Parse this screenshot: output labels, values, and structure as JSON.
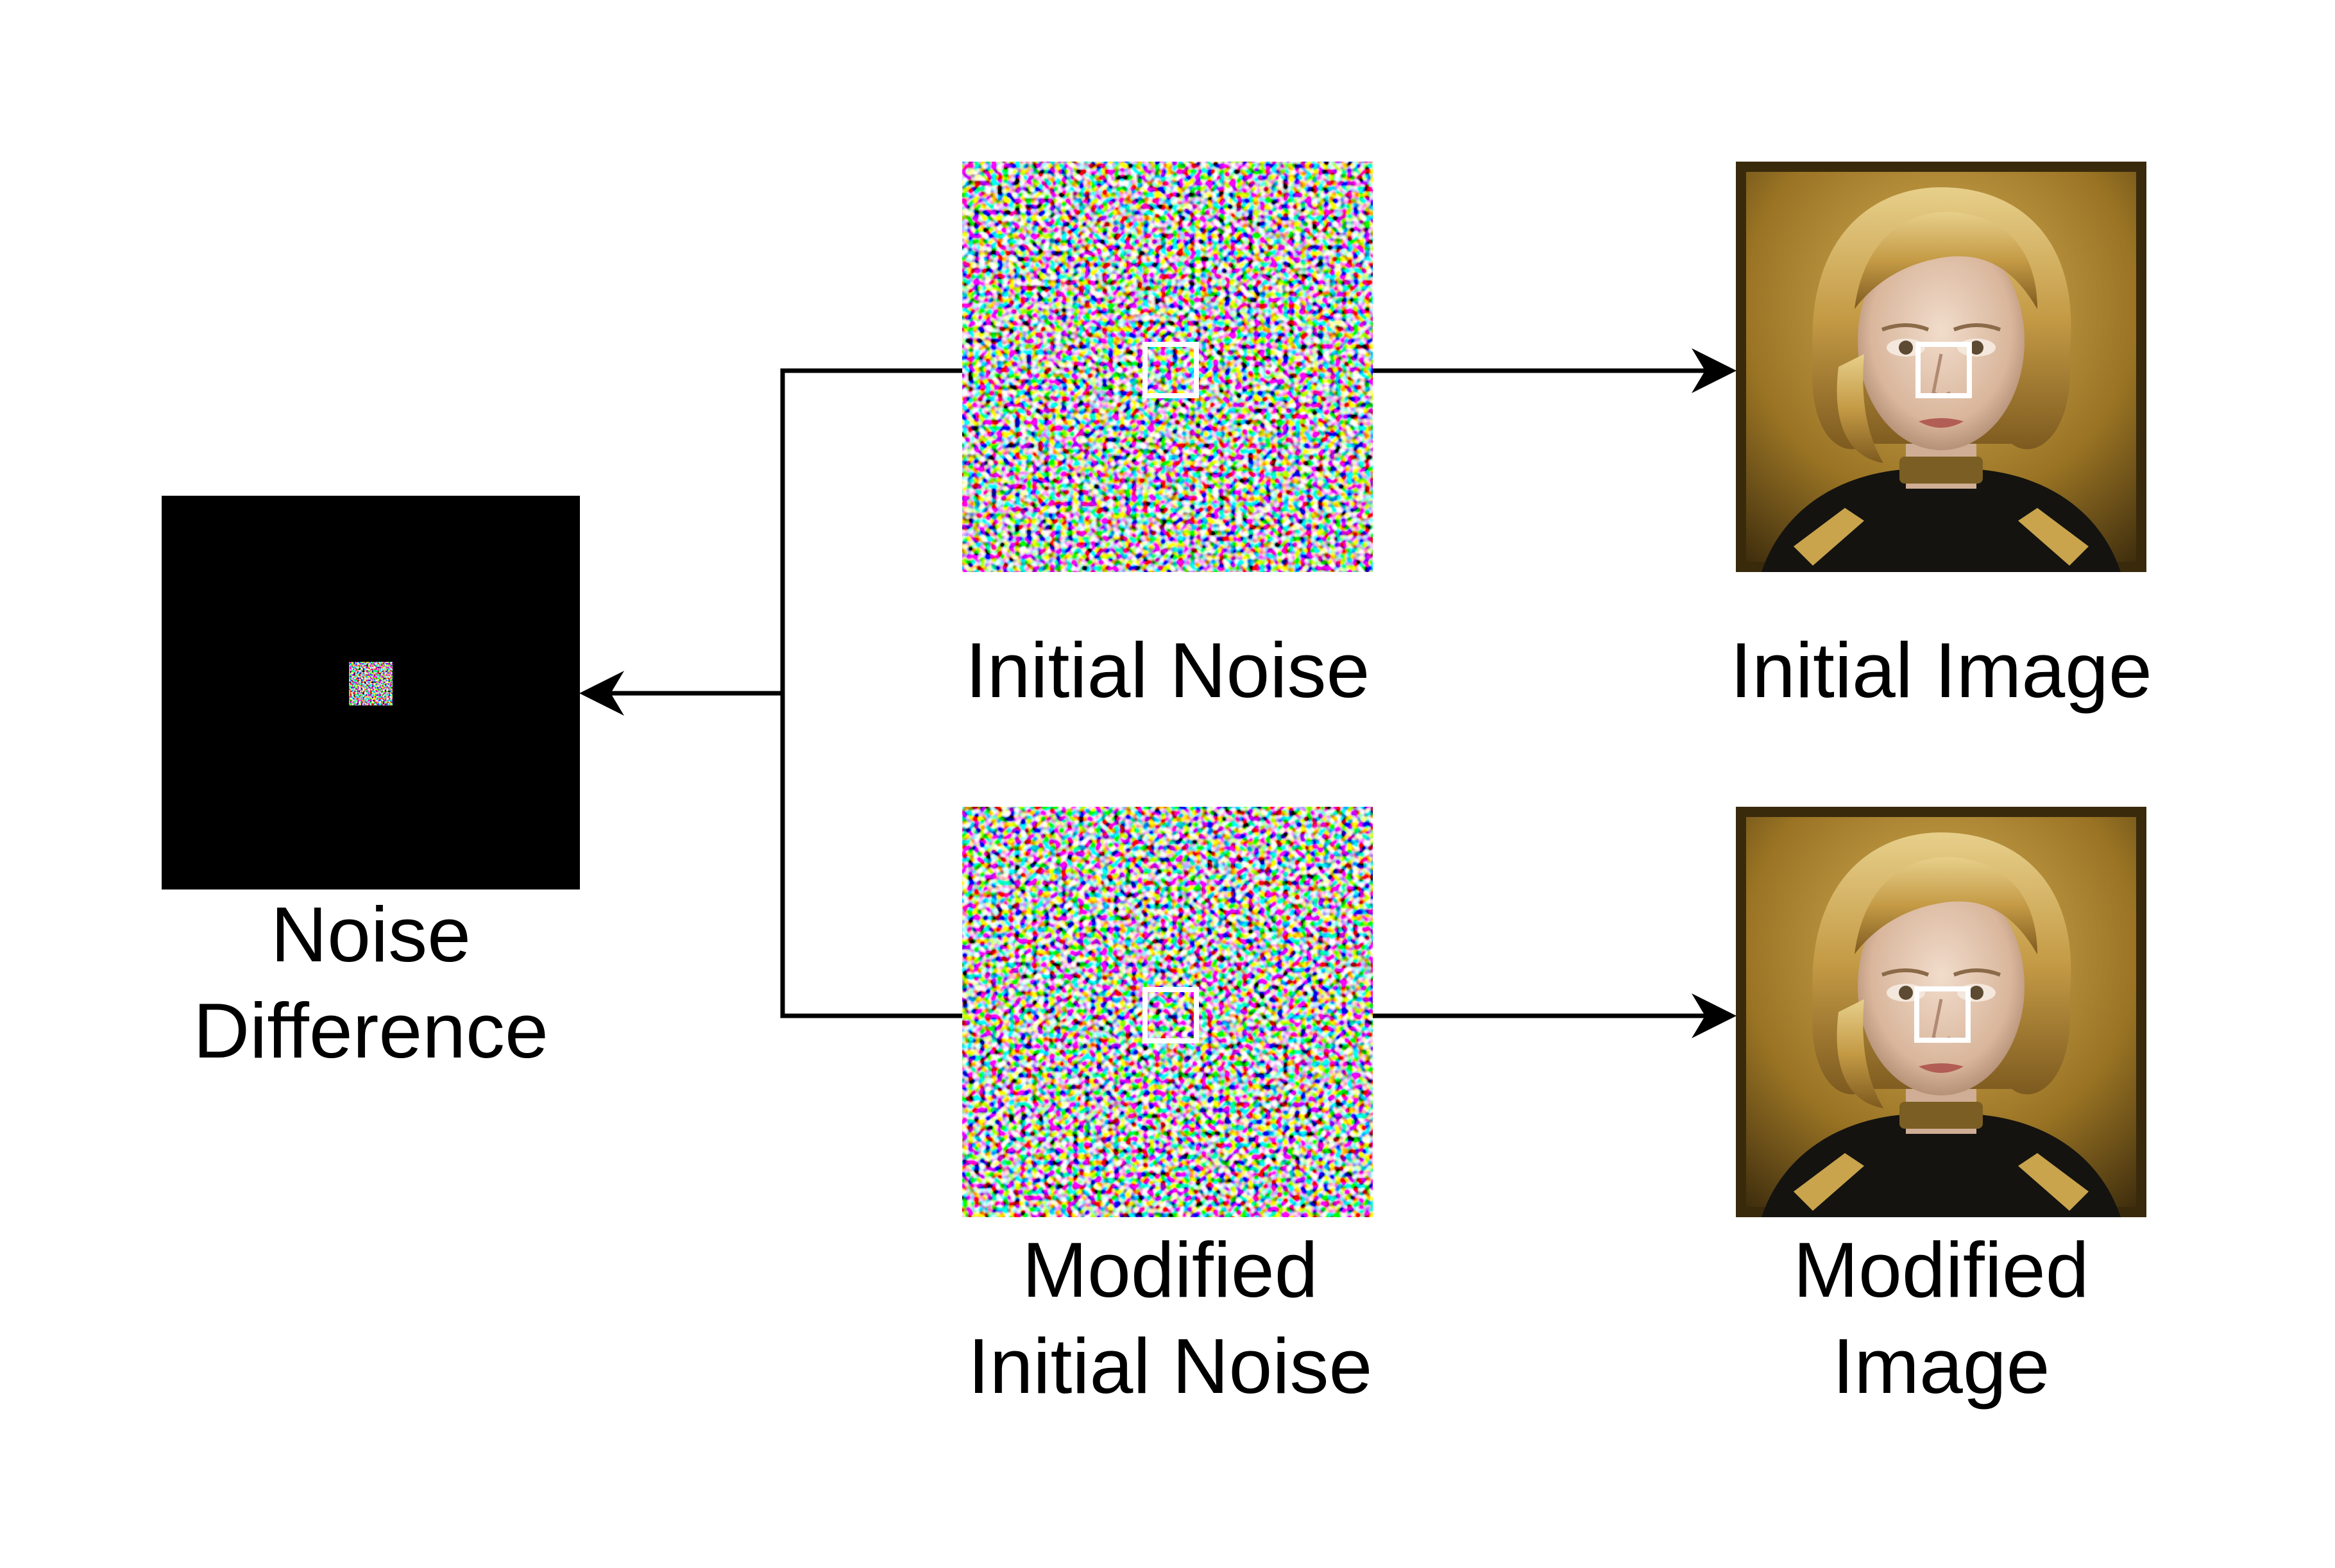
{
  "labels": {
    "initial_noise": "Initial Noise",
    "initial_image": "Initial Image",
    "noise_difference_line1": "Noise",
    "noise_difference_line2": "Difference",
    "modified_noise_line1": "Modified",
    "modified_noise_line2": "Initial Noise",
    "modified_image_line1": "Modified",
    "modified_image_line2": "Image"
  },
  "colors": {
    "arrow": "#000000",
    "highlight_box": "#ffffff",
    "difference_background": "#000000",
    "portrait_frame": "#8a6a1e",
    "hair": "#c9a24a",
    "skin": "#e6cbb6"
  },
  "icons": {
    "noise_texture": "random-color-noise",
    "portrait": "painted-portrait-blonde-woman"
  }
}
